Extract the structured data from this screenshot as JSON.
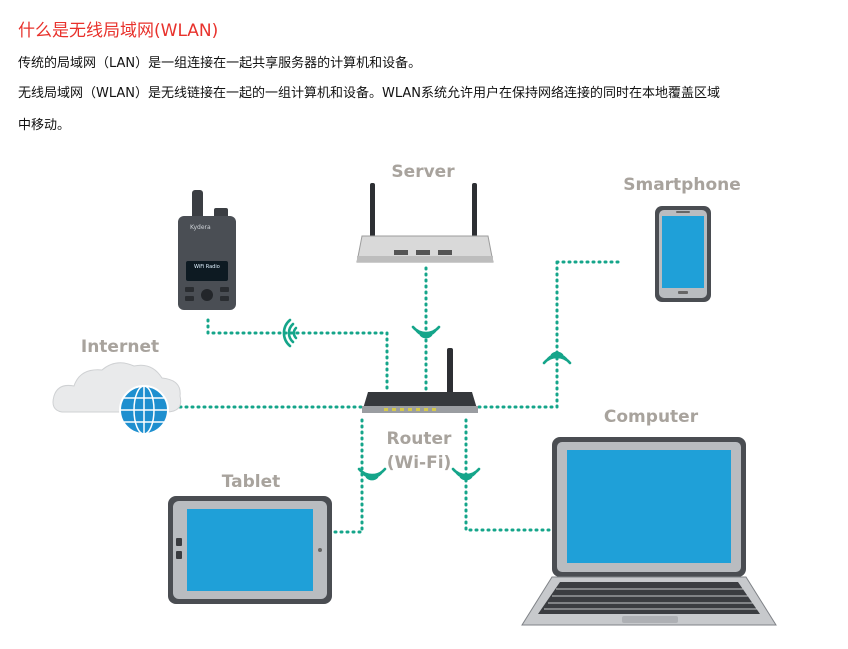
{
  "heading": "什么是无线局域网(WLAN)",
  "paragraphs": {
    "p1": "传统的局域网（LAN）是一组连接在一起共享服务器的计算机和设备。",
    "p2": "无线局域网（WLAN）是无线链接在一起的一组计算机和设备。WLAN系统允许用户在保持网络连接的同时在本地覆盖区域",
    "p3": "中移动。"
  },
  "nodes": {
    "server": "Server",
    "smartphone": "Smartphone",
    "internet": "Internet",
    "router_line1": "Router",
    "router_line2": "(Wi-Fi)",
    "tablet": "Tablet",
    "computer": "Computer"
  },
  "device_text": {
    "radio_brand": "Kydera",
    "radio_screen": "WiFi Radio"
  },
  "colors": {
    "heading": "#e8322c",
    "link": "#15a58a",
    "label": "#a8a39d",
    "screen": "#1fa0d8",
    "device_frame": "#4a4d52"
  }
}
